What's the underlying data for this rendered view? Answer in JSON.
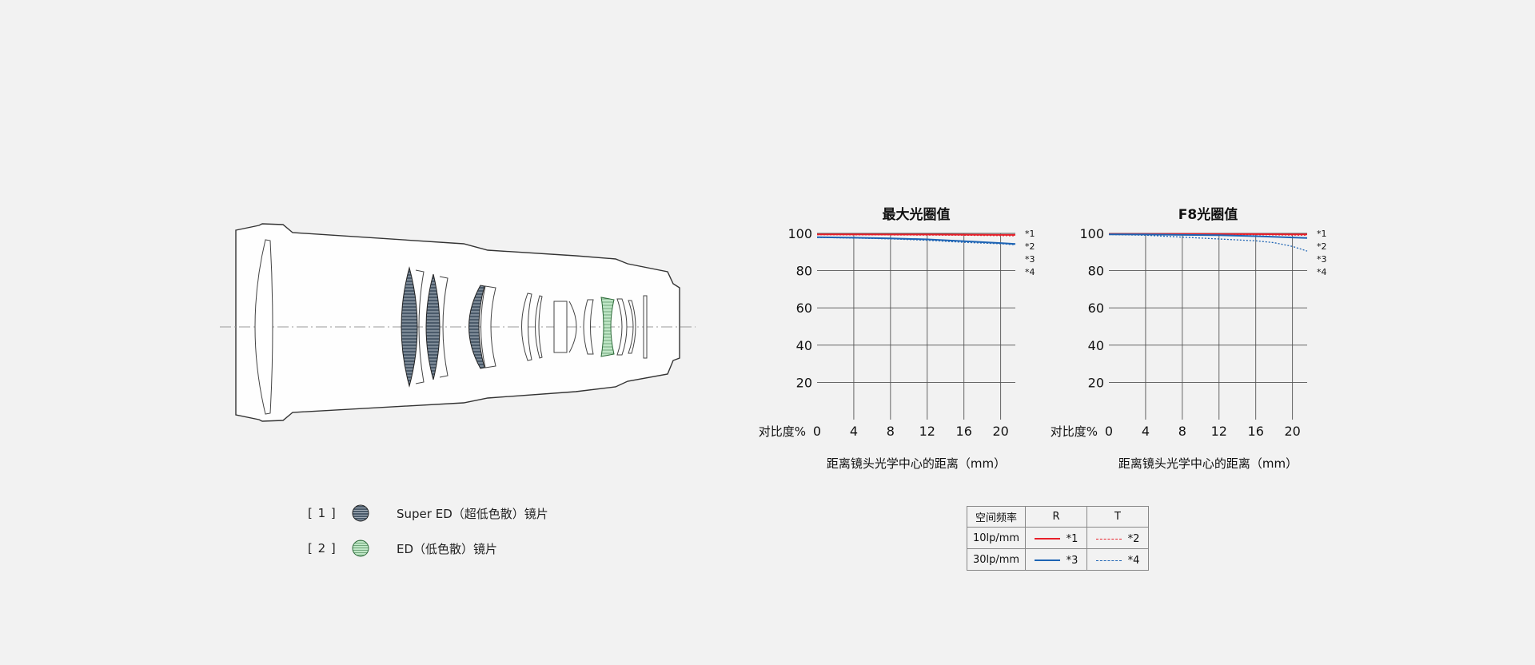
{
  "legend": {
    "items": [
      {
        "number": "[ 1 ]",
        "label": "Super ED（超低色散）镜片",
        "color": "#4a5a6a"
      },
      {
        "number": "[ 2 ]",
        "label": "ED（低色散）镜片",
        "color": "#a8d8b0"
      }
    ]
  },
  "table": {
    "header": {
      "freq": "空间频率",
      "r": "R",
      "t": "T"
    },
    "rows": [
      {
        "freq": "10lp/mm",
        "r_label": "*1",
        "t_label": "*2"
      },
      {
        "freq": "30lp/mm",
        "r_label": "*3",
        "t_label": "*4"
      }
    ]
  },
  "chart_data": [
    {
      "type": "line",
      "title": "最大光圈值",
      "xlabel": "距离镜头光学中心的距离（mm）",
      "ylabel": "对比度%",
      "xlim": [
        0,
        21.6
      ],
      "ylim": [
        0,
        100
      ],
      "xticks": [
        0,
        4,
        8,
        12,
        16,
        20
      ],
      "yticks": [
        20,
        40,
        60,
        80,
        100
      ],
      "grid": true,
      "curve_labels": [
        "*1",
        "*2",
        "*3",
        "*4"
      ],
      "series": [
        {
          "name": "*1",
          "color": "#e8202a",
          "style": "solid",
          "x": [
            0,
            4,
            8,
            12,
            16,
            20,
            21.6
          ],
          "y": [
            99.5,
            99.5,
            99.4,
            99.4,
            99.3,
            99.2,
            99.2
          ]
        },
        {
          "name": "*2",
          "color": "#e8202a",
          "style": "dashed",
          "x": [
            0,
            4,
            8,
            12,
            16,
            20,
            21.6
          ],
          "y": [
            99.3,
            99.2,
            99.2,
            99.1,
            99,
            98.8,
            98.7
          ]
        },
        {
          "name": "*3",
          "color": "#1e64b4",
          "style": "solid",
          "x": [
            0,
            4,
            8,
            12,
            16,
            20,
            21.6
          ],
          "y": [
            98,
            97.7,
            97.3,
            96.8,
            95.8,
            94.8,
            94.3
          ]
        },
        {
          "name": "*4",
          "color": "#1e64b4",
          "style": "dashed",
          "x": [
            0,
            4,
            8,
            12,
            16,
            20,
            21.6
          ],
          "y": [
            97.8,
            97.5,
            97.1,
            96.3,
            95.2,
            94.4,
            93.9
          ]
        }
      ]
    },
    {
      "type": "line",
      "title": "F8光圈值",
      "xlabel": "距离镜头光学中心的距离（mm）",
      "ylabel": "对比度%",
      "xlim": [
        0,
        21.6
      ],
      "ylim": [
        0,
        100
      ],
      "xticks": [
        0,
        4,
        8,
        12,
        16,
        20
      ],
      "yticks": [
        20,
        40,
        60,
        80,
        100
      ],
      "grid": true,
      "curve_labels": [
        "*1",
        "*2",
        "*3",
        "*4"
      ],
      "series": [
        {
          "name": "*1",
          "color": "#e8202a",
          "style": "solid",
          "x": [
            0,
            4,
            8,
            12,
            16,
            20,
            21.6
          ],
          "y": [
            99.7,
            99.7,
            99.7,
            99.6,
            99.6,
            99.5,
            99.5
          ]
        },
        {
          "name": "*2",
          "color": "#e8202a",
          "style": "dashed",
          "x": [
            0,
            4,
            8,
            12,
            16,
            20,
            21.6
          ],
          "y": [
            99.6,
            99.6,
            99.5,
            99.4,
            99.3,
            99.1,
            99
          ]
        },
        {
          "name": "*3",
          "color": "#1e64b4",
          "style": "solid",
          "x": [
            0,
            4,
            8,
            12,
            16,
            20,
            21.6
          ],
          "y": [
            99.5,
            99.4,
            99.2,
            99,
            98.5,
            97.8,
            97.5
          ]
        },
        {
          "name": "*4",
          "color": "#1e64b4",
          "style": "dashed",
          "x": [
            0,
            4,
            8,
            12,
            16,
            18,
            20,
            21.6
          ],
          "y": [
            99.4,
            99,
            98,
            97,
            96,
            95,
            93,
            90.5
          ]
        }
      ]
    }
  ]
}
